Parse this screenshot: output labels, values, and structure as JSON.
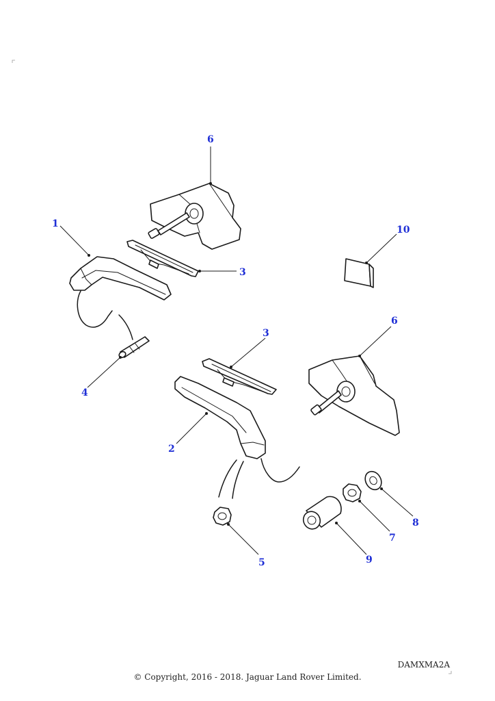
{
  "diagram": {
    "callouts": [
      {
        "id": "c1",
        "label": "1"
      },
      {
        "id": "c2",
        "label": "2"
      },
      {
        "id": "c3a",
        "label": "3"
      },
      {
        "id": "c3b",
        "label": "3"
      },
      {
        "id": "c4",
        "label": "4"
      },
      {
        "id": "c5",
        "label": "5"
      },
      {
        "id": "c6a",
        "label": "6"
      },
      {
        "id": "c6b",
        "label": "6"
      },
      {
        "id": "c7",
        "label": "7"
      },
      {
        "id": "c8",
        "label": "8"
      },
      {
        "id": "c9",
        "label": "9"
      },
      {
        "id": "c10",
        "label": "10"
      }
    ],
    "reference_code": "DAMXMA2A",
    "copyright": "© Copyright, 2016 - 2018. Jaguar Land Rover Limited."
  }
}
